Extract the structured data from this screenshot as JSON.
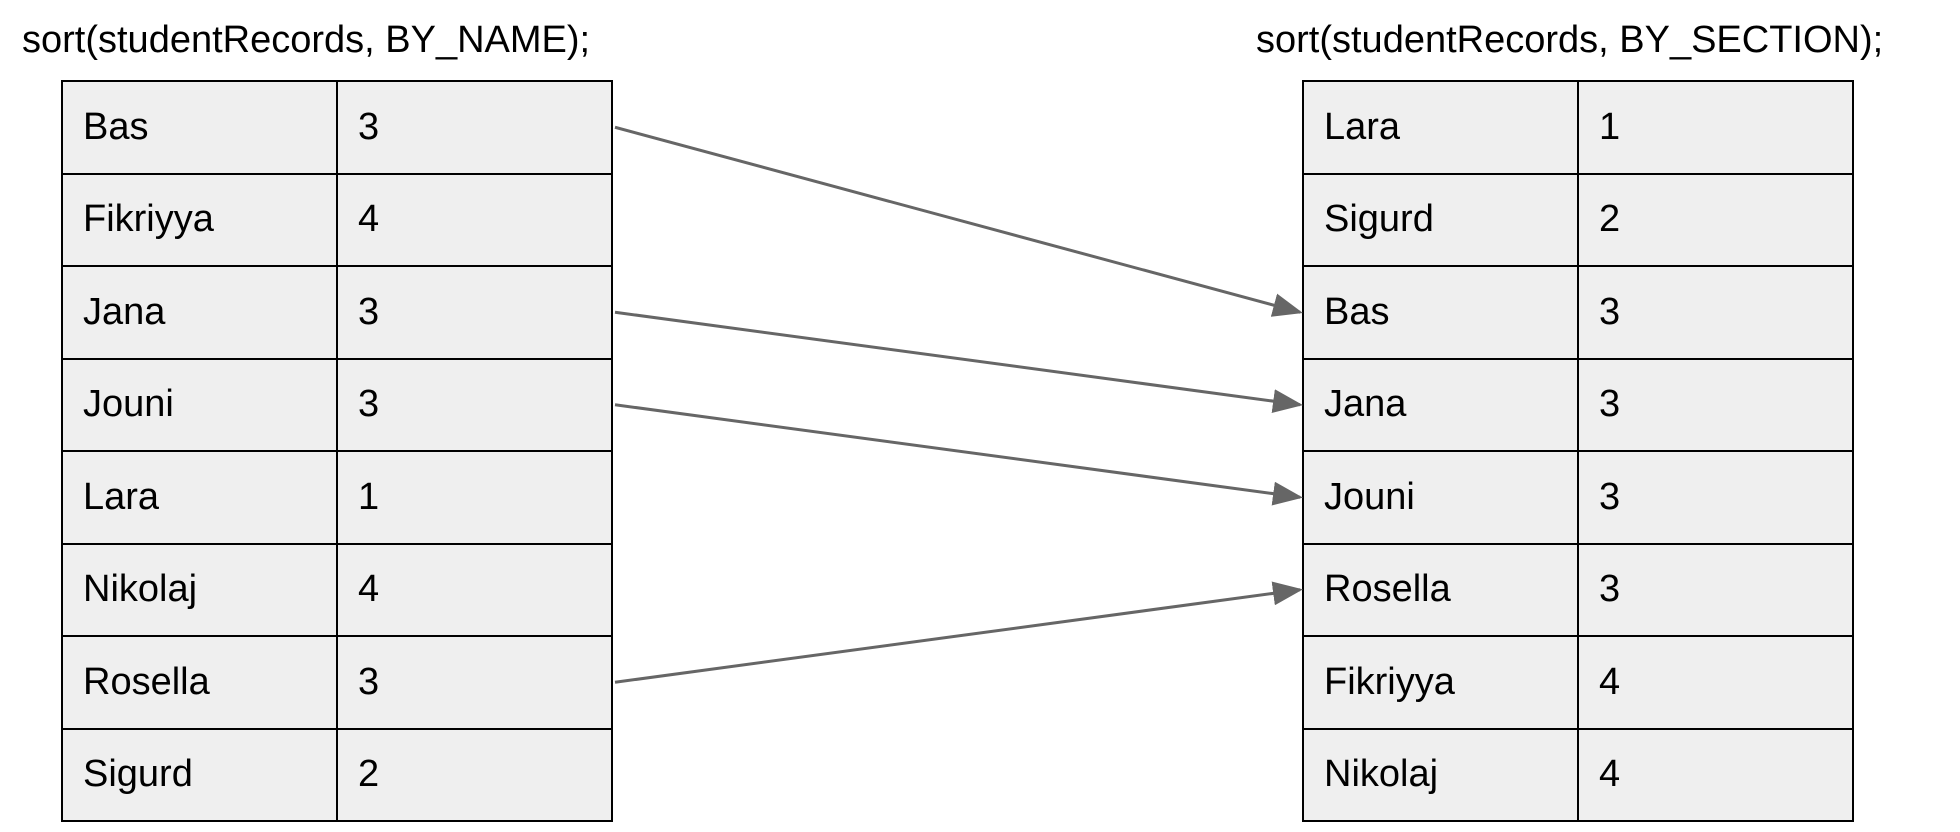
{
  "left": {
    "heading": "sort(studentRecords, BY_NAME);",
    "rows": [
      {
        "name": "Bas",
        "section": "3"
      },
      {
        "name": "Fikriyya",
        "section": "4"
      },
      {
        "name": "Jana",
        "section": "3"
      },
      {
        "name": "Jouni",
        "section": "3"
      },
      {
        "name": "Lara",
        "section": "1"
      },
      {
        "name": "Nikolaj",
        "section": "4"
      },
      {
        "name": "Rosella",
        "section": "3"
      },
      {
        "name": "Sigurd",
        "section": "2"
      }
    ]
  },
  "right": {
    "heading": "sort(studentRecords, BY_SECTION);",
    "rows": [
      {
        "name": "Lara",
        "section": "1"
      },
      {
        "name": "Sigurd",
        "section": "2"
      },
      {
        "name": "Bas",
        "section": "3"
      },
      {
        "name": "Jana",
        "section": "3"
      },
      {
        "name": "Jouni",
        "section": "3"
      },
      {
        "name": "Rosella",
        "section": "3"
      },
      {
        "name": "Fikriyya",
        "section": "4"
      },
      {
        "name": "Nikolaj",
        "section": "4"
      }
    ]
  },
  "arrows": [
    {
      "from": "Bas",
      "to": "Bas"
    },
    {
      "from": "Jana",
      "to": "Jana"
    },
    {
      "from": "Jouni",
      "to": "Jouni"
    },
    {
      "from": "Rosella",
      "to": "Rosella"
    }
  ],
  "colors": {
    "cell_fill": "#efefef",
    "border": "#000000",
    "arrow": "#666666"
  }
}
